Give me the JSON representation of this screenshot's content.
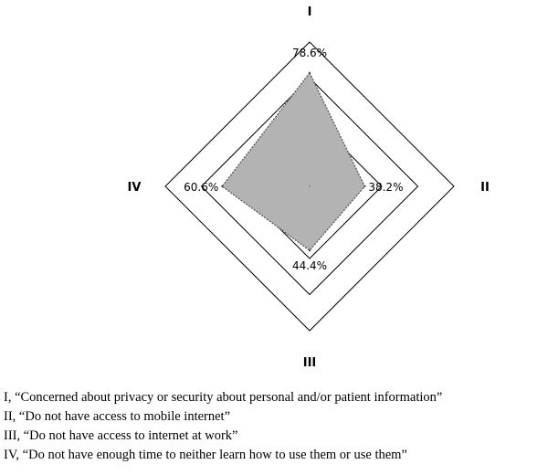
{
  "chart_data": {
    "type": "radar",
    "axes": [
      {
        "id": "I",
        "label": "I",
        "value": 78.6,
        "value_label": "78.6%"
      },
      {
        "id": "II",
        "label": "II",
        "value": 38.2,
        "value_label": "38.2%"
      },
      {
        "id": "III",
        "label": "III",
        "value": 44.4,
        "value_label": "44.4%"
      },
      {
        "id": "IV",
        "label": "IV",
        "value": 60.6,
        "value_label": "60.6%"
      }
    ],
    "rmax": 100,
    "rings": 4,
    "grid": true,
    "fill_color": "#b3b3b3",
    "outline_color": "#555555",
    "legend_position": "bottom"
  },
  "legend": [
    "I, “Concerned about privacy or security about personal and/or patient information”",
    "II, “Do not have access to mobile internet”",
    "III, “Do not have access to internet at work”",
    "IV, “Do not have enough time to neither learn how to use them or use them”"
  ]
}
